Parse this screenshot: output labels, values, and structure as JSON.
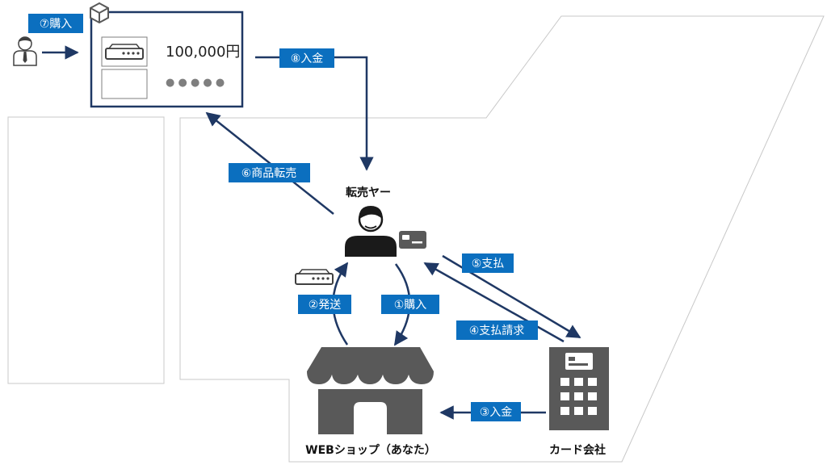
{
  "labels": {
    "step1": "①購入",
    "step2": "②発送",
    "step3": "③入金",
    "step4": "④支払請求",
    "step5": "⑤支払",
    "step6": "⑥商品転売",
    "step7": "⑦購入",
    "step8": "⑧入金"
  },
  "nodes": {
    "reseller": "転売ヤー",
    "shop": "WEBショップ（あなた）",
    "card_company": "カード会社"
  },
  "listing": {
    "price": "100,000円",
    "dots": "● ● ● ● ●"
  },
  "colors": {
    "label_bg": "#0b6fbf",
    "arrow": "#1f3864",
    "icon": "#595959"
  }
}
